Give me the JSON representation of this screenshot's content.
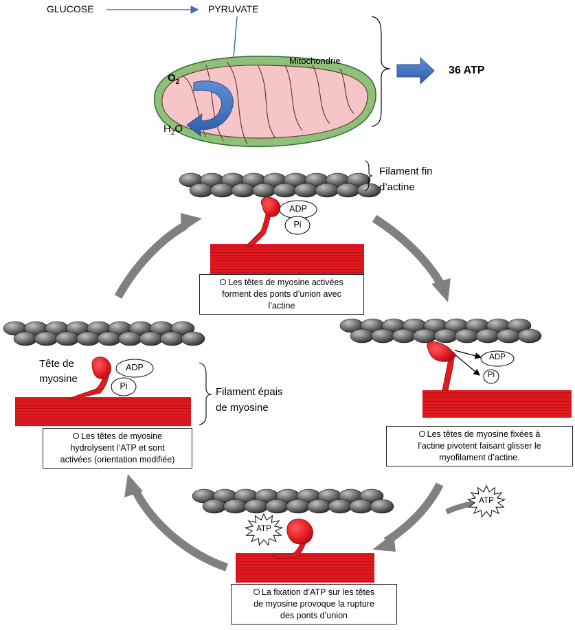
{
  "top": {
    "glucose": "GLUCOSE",
    "pyruvate": "PYRUVATE",
    "mitochondria": "Mitochondrie",
    "o2": "O",
    "o2_sub": "2",
    "h2o_h": "H",
    "h2o_sub": "2",
    "h2o_o": "O",
    "atp_out": "36 ATP"
  },
  "labels": {
    "thin_filament_line1": "Filament fin",
    "thin_filament_line2": "d’actine",
    "thick_filament_line1": "Filament épais",
    "thick_filament_line2": "de myosine",
    "head_line1": "Tête de",
    "head_line2": "myosine"
  },
  "molecules": {
    "adp": "ADP",
    "pi": "Pi",
    "atp": "ATP"
  },
  "steps": {
    "top": [
      "Les têtes de myosine activées",
      "forment des ponts d’union avec",
      "l’actine"
    ],
    "right": [
      "Les têtes de myosine fixées à",
      "l’actine pivotent faisant glisser le",
      "myofilament d’actine."
    ],
    "bottom": [
      "La fixation d’ATP sur les têtes",
      "de myosine provoque la rupture",
      "des ponts d’union"
    ],
    "left": [
      "Les têtes de myosine",
      "hydrolysent l’ATP et sont",
      "activées (orientation modifiée)"
    ]
  },
  "colors": {
    "myosin": "#e3191f",
    "myosin_dark": "#8f0c10",
    "actin": "#6e6e6e",
    "cycle_arrow": "#808080",
    "mito_outer": "#8fc07a",
    "mito_inner": "#f6c5c8",
    "blue_arrow": "#3f6fb5"
  }
}
